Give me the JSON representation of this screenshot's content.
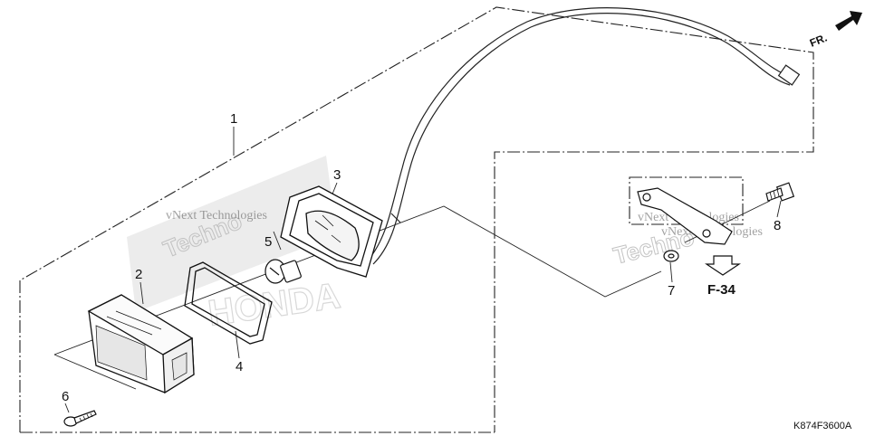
{
  "diagram": {
    "callouts": [
      {
        "id": "1",
        "label": "1"
      },
      {
        "id": "2",
        "label": "2"
      },
      {
        "id": "3",
        "label": "3"
      },
      {
        "id": "4",
        "label": "4"
      },
      {
        "id": "5",
        "label": "5"
      },
      {
        "id": "6",
        "label": "6"
      },
      {
        "id": "7",
        "label": "7"
      },
      {
        "id": "8",
        "label": "8"
      }
    ],
    "reference": "F-34",
    "direction": "FR.",
    "diagram_code": "K874F3600A",
    "watermark": {
      "line1": "vNext Technologies",
      "line2": "vNext Technologies",
      "line3": "vNext Technologies",
      "brand": "HONDA"
    }
  }
}
